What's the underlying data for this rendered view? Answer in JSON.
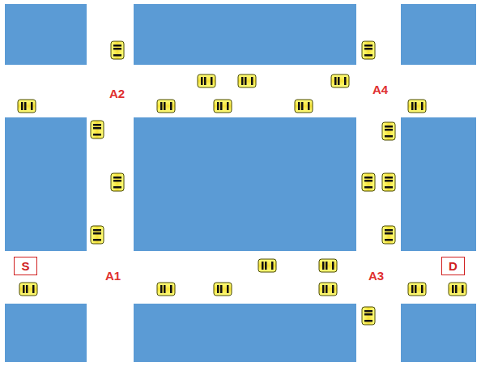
{
  "diagram": {
    "nodes": [
      {
        "text": [
          "S"
        ]
      },
      {
        "text": [
          "D"
        ]
      }
    ],
    "labels": [
      "A2",
      "A4",
      "A1",
      "A3"
    ]
  }
}
